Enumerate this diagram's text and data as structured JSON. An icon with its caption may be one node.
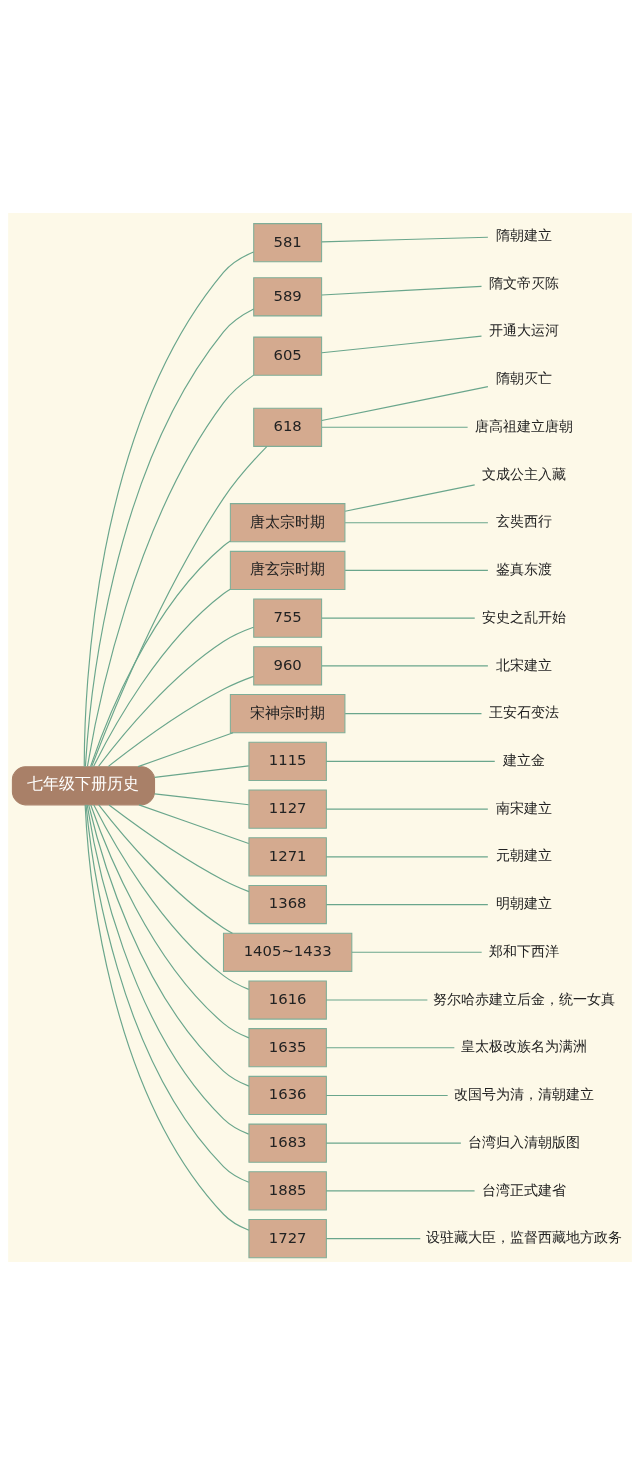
{
  "diagram": {
    "nodes": [
      {
        "text": [
          "七年级下册历史"
        ]
      },
      {
        "text": [
          "581"
        ]
      },
      {
        "text": [
          "隋朝建立"
        ]
      },
      {
        "text": [
          "589"
        ]
      },
      {
        "text": [
          "隋文帝灭陈"
        ]
      },
      {
        "text": [
          "605"
        ]
      },
      {
        "text": [
          "开通大运河"
        ]
      },
      {
        "text": [
          "618"
        ]
      },
      {
        "text": [
          "隋朝灭亡"
        ]
      },
      {
        "text": [
          "唐高祖建立唐朝"
        ]
      },
      {
        "text": [
          "唐太宗时期"
        ]
      },
      {
        "text": [
          "文成公主入藏"
        ]
      },
      {
        "text": [
          "玄奘西行"
        ]
      },
      {
        "text": [
          "唐玄宗时期"
        ]
      },
      {
        "text": [
          "鉴真东渡"
        ]
      },
      {
        "text": [
          "755"
        ]
      },
      {
        "text": [
          "安史之乱开始"
        ]
      },
      {
        "text": [
          "960"
        ]
      },
      {
        "text": [
          "北宋建立"
        ]
      },
      {
        "text": [
          "宋神宗时期"
        ]
      },
      {
        "text": [
          "王安石变法"
        ]
      },
      {
        "text": [
          "1115"
        ]
      },
      {
        "text": [
          "建立金"
        ]
      },
      {
        "text": [
          "1127"
        ]
      },
      {
        "text": [
          "南宋建立"
        ]
      },
      {
        "text": [
          "1271"
        ]
      },
      {
        "text": [
          "元朝建立"
        ]
      },
      {
        "text": [
          "1368"
        ]
      },
      {
        "text": [
          "明朝建立"
        ]
      },
      {
        "text": [
          "1405~1433"
        ]
      },
      {
        "text": [
          "郑和下西洋"
        ]
      },
      {
        "text": [
          "1616"
        ]
      },
      {
        "text": [
          "努尔哈赤建立后金，统一女真"
        ]
      },
      {
        "text": [
          "1635"
        ]
      },
      {
        "text": [
          "皇太极改族名为满洲"
        ]
      },
      {
        "text": [
          "1636"
        ]
      },
      {
        "text": [
          "改国号为清，清朝建立"
        ]
      },
      {
        "text": [
          "1683"
        ]
      },
      {
        "text": [
          "台湾归入清朝版图"
        ]
      },
      {
        "text": [
          "1885"
        ]
      },
      {
        "text": [
          "台湾正式建省"
        ]
      },
      {
        "text": [
          "1727"
        ]
      },
      {
        "text": [
          "设驻藏大臣，监督西藏地方政务"
        ]
      }
    ],
    "edges": [
      {
        "from": 0,
        "to": 1,
        "arrow": "none"
      },
      {
        "from": 1,
        "to": 2,
        "arrow": "none"
      },
      {
        "from": 0,
        "to": 3,
        "arrow": "none"
      },
      {
        "from": 3,
        "to": 4,
        "arrow": "none"
      },
      {
        "from": 0,
        "to": 5,
        "arrow": "none"
      },
      {
        "from": 5,
        "to": 6,
        "arrow": "none"
      },
      {
        "from": 0,
        "to": 7,
        "arrow": "none"
      },
      {
        "from": 7,
        "to": 8,
        "arrow": "none"
      },
      {
        "from": 7,
        "to": 9,
        "arrow": "none"
      },
      {
        "from": 0,
        "to": 10,
        "arrow": "none"
      },
      {
        "from": 10,
        "to": 11,
        "arrow": "none"
      },
      {
        "from": 10,
        "to": 12,
        "arrow": "none"
      },
      {
        "from": 0,
        "to": 13,
        "arrow": "none"
      },
      {
        "from": 13,
        "to": 14,
        "arrow": "none"
      },
      {
        "from": 0,
        "to": 15,
        "arrow": "none"
      },
      {
        "from": 15,
        "to": 16,
        "arrow": "none"
      },
      {
        "from": 0,
        "to": 17,
        "arrow": "none"
      },
      {
        "from": 17,
        "to": 18,
        "arrow": "none"
      },
      {
        "from": 0,
        "to": 19,
        "arrow": "none"
      },
      {
        "from": 19,
        "to": 20,
        "arrow": "none"
      },
      {
        "from": 0,
        "to": 21,
        "arrow": "none"
      },
      {
        "from": 21,
        "to": 22,
        "arrow": "none"
      },
      {
        "from": 0,
        "to": 23,
        "arrow": "none"
      },
      {
        "from": 23,
        "to": 24,
        "arrow": "none"
      },
      {
        "from": 0,
        "to": 25,
        "arrow": "none"
      },
      {
        "from": 25,
        "to": 26,
        "arrow": "none"
      },
      {
        "from": 0,
        "to": 27,
        "arrow": "none"
      },
      {
        "from": 27,
        "to": 28,
        "arrow": "none"
      },
      {
        "from": 0,
        "to": 29,
        "arrow": "none"
      },
      {
        "from": 29,
        "to": 30,
        "arrow": "none"
      },
      {
        "from": 0,
        "to": 31,
        "arrow": "none"
      },
      {
        "from": 31,
        "to": 32,
        "arrow": "none"
      },
      {
        "from": 0,
        "to": 33,
        "arrow": "none"
      },
      {
        "from": 33,
        "to": 34,
        "arrow": "none"
      },
      {
        "from": 0,
        "to": 35,
        "arrow": "none"
      },
      {
        "from": 35,
        "to": 36,
        "arrow": "none"
      },
      {
        "from": 0,
        "to": 37,
        "arrow": "none"
      },
      {
        "from": 37,
        "to": 38,
        "arrow": "none"
      },
      {
        "from": 0,
        "to": 39,
        "arrow": "none"
      },
      {
        "from": 39,
        "to": 40,
        "arrow": "none"
      },
      {
        "from": 0,
        "to": 41,
        "arrow": "none"
      },
      {
        "from": 41,
        "to": 42,
        "arrow": "none"
      }
    ]
  }
}
